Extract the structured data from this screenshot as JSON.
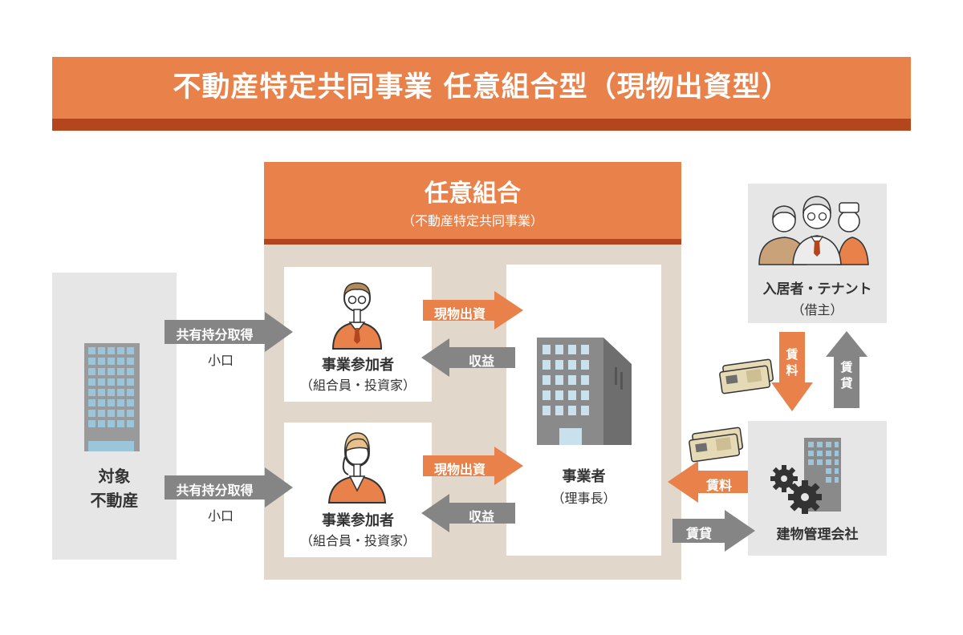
{
  "title": "不動産特定共同事業 任意組合型（現物出資型）",
  "union": {
    "title": "任意組合",
    "subtitle": "（不動産特定共同事業）"
  },
  "property": {
    "line1": "対象",
    "line2": "不動産"
  },
  "acquire_arrows": [
    {
      "label": "共有持分取得",
      "note": "小口"
    },
    {
      "label": "共有持分取得",
      "note": "小口"
    }
  ],
  "participants": [
    {
      "name": "事業参加者",
      "role": "（組合員・投資家）"
    },
    {
      "name": "事業参加者",
      "role": "（組合員・投資家）"
    }
  ],
  "flows": [
    {
      "out": "現物出資",
      "back": "収益"
    },
    {
      "out": "現物出資",
      "back": "収益"
    }
  ],
  "operator": {
    "name": "事業者",
    "role": "（理事長）"
  },
  "tenant": {
    "name": "入居者・テナント",
    "role": "（借主）"
  },
  "rent_up": "賃料",
  "lease_down": "賃貸",
  "manager": {
    "name": "建物管理会社",
    "rent": "賃料",
    "lease": "賃貸"
  },
  "colors": {
    "orange": "#E8814A",
    "dark_orange": "#B4461E",
    "gray_arrow": "#858585",
    "beige": "#E1D7CB"
  }
}
